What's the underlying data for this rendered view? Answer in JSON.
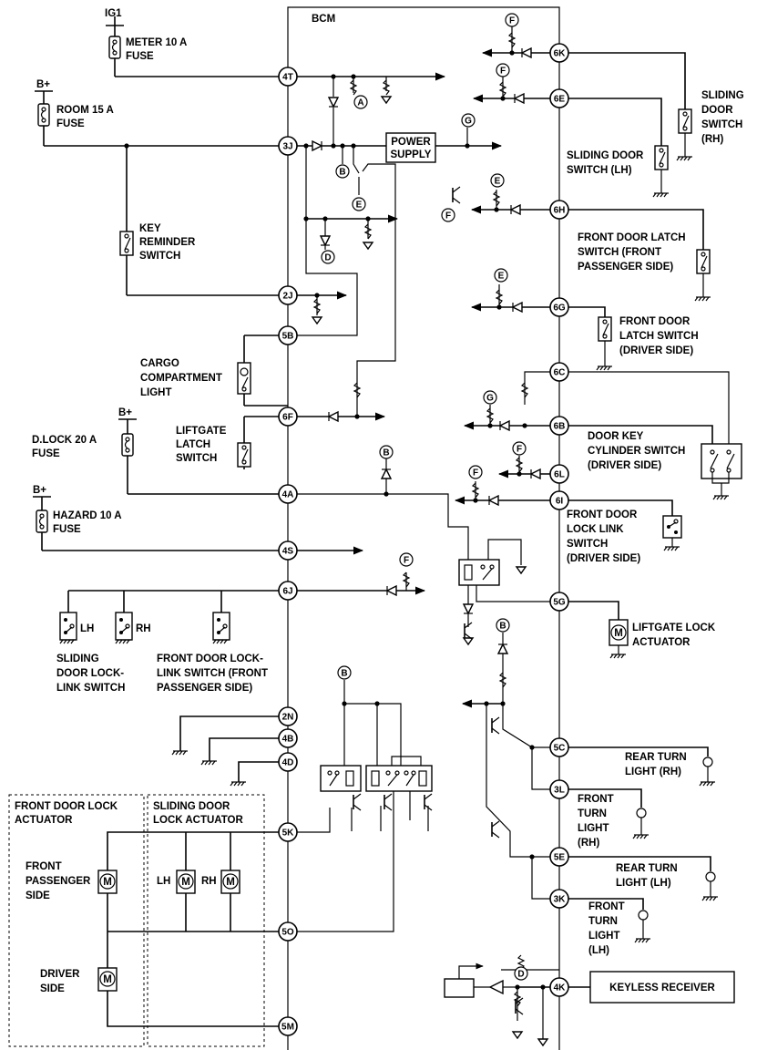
{
  "bcm_label": "BCM",
  "sources": {
    "ig1": "IG1",
    "bplus_1": "B+",
    "bplus_2": "B+",
    "bplus_3": "B+"
  },
  "fuses": [
    {
      "label": [
        "METER 10 A",
        "FUSE"
      ]
    },
    {
      "label": [
        "ROOM 15 A",
        "FUSE"
      ]
    },
    {
      "label": [
        "D.LOCK 20 A",
        "FUSE"
      ]
    },
    {
      "label": [
        "HAZARD 10 A",
        "FUSE"
      ]
    }
  ],
  "power_supply": [
    "POWER",
    "SUPPLY"
  ],
  "pins": [
    "4T",
    "3J",
    "2J",
    "5B",
    "6F",
    "4A",
    "4S",
    "6J",
    "2N",
    "4B",
    "4D",
    "5K",
    "5O",
    "5M",
    "6K",
    "6E",
    "6H",
    "6G",
    "6C",
    "6B",
    "6L",
    "6I",
    "5G",
    "5C",
    "3L",
    "5E",
    "3K",
    "4K"
  ],
  "nodes": [
    "A",
    "B",
    "E",
    "D",
    "F",
    "G"
  ],
  "components": {
    "key_reminder": [
      "KEY",
      "REMINDER",
      "SWITCH"
    ],
    "cargo_light": [
      "CARGO",
      "COMPARTMENT",
      "LIGHT"
    ],
    "liftgate_latch": [
      "LIFTGATE",
      "LATCH",
      "SWITCH"
    ],
    "lh": "LH",
    "rh": "RH",
    "sliding_lock_link": [
      "SLIDING",
      "DOOR LOCK-",
      "LINK SWITCH"
    ],
    "front_lock_link_passenger": [
      "FRONT DOOR LOCK-",
      "LINK SWITCH (FRONT",
      "PASSENGER SIDE)"
    ],
    "front_door_lock_actuator": [
      "FRONT DOOR LOCK",
      "ACTUATOR"
    ],
    "sliding_door_lock_actuator": [
      "SLIDING DOOR",
      "LOCK ACTUATOR"
    ],
    "front_passenger_side": [
      "FRONT",
      "PASSENGER",
      "SIDE"
    ],
    "driver_side": [
      "DRIVER",
      "SIDE"
    ],
    "act_lh": "LH",
    "act_rh": "RH",
    "motor_symbol": "M",
    "sliding_door_switch_rh": [
      "SLIDING",
      "DOOR",
      "SWITCH",
      "(RH)"
    ],
    "sliding_door_switch_lh": [
      "SLIDING DOOR",
      "SWITCH (LH)"
    ],
    "front_latch_passenger": [
      "FRONT DOOR LATCH",
      "SWITCH (FRONT",
      "PASSENGER SIDE)"
    ],
    "front_latch_driver": [
      "FRONT DOOR",
      "LATCH SWITCH",
      "(DRIVER SIDE)"
    ],
    "key_cylinder": [
      "DOOR KEY",
      "CYLINDER SWITCH",
      "(DRIVER SIDE)"
    ],
    "front_lock_link_driver": [
      "FRONT DOOR",
      "LOCK LINK",
      "SWITCH",
      "(DRIVER SIDE)"
    ],
    "liftgate_lock_actuator": [
      "LIFTGATE LOCK",
      "ACTUATOR"
    ],
    "rear_turn_rh": [
      "REAR TURN",
      "LIGHT (RH)"
    ],
    "front_turn_rh": [
      "FRONT",
      "TURN",
      "LIGHT",
      "(RH)"
    ],
    "rear_turn_lh": [
      "REAR TURN",
      "LIGHT (LH)"
    ],
    "front_turn_lh": [
      "FRONT",
      "TURN",
      "LIGHT",
      "(LH)"
    ],
    "keyless_receiver": "KEYLESS RECEIVER"
  }
}
